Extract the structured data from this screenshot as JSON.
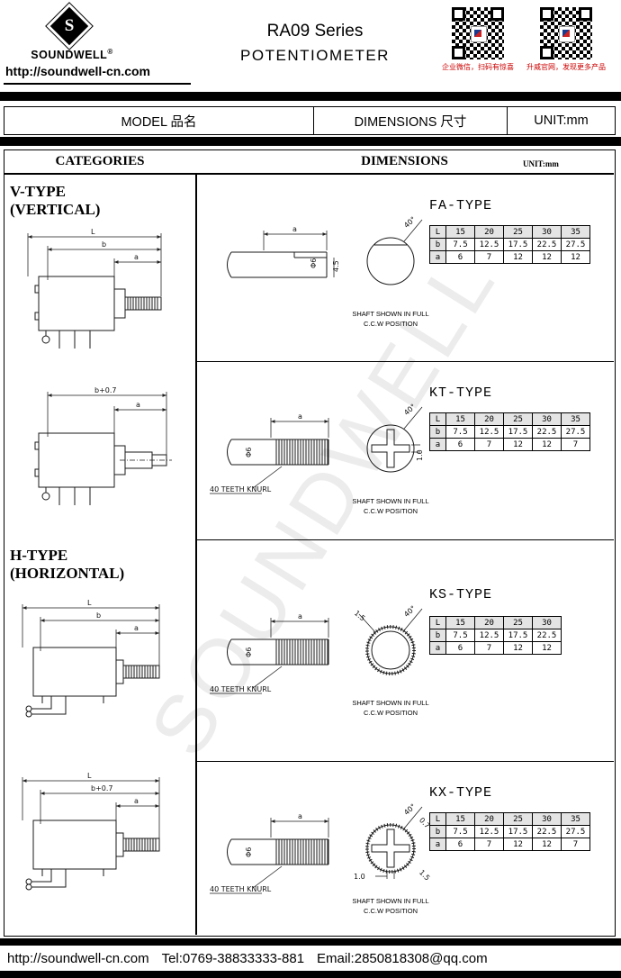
{
  "header": {
    "logo_letter": "S",
    "brand": "SOUNDWELL",
    "reg_mark": "®",
    "site": "http://soundwell-cn.com",
    "title_line1": "RA09 Series",
    "title_line2": "POTENTIOMETER",
    "qr1_caption": "企业微信，扫码有惊喜",
    "qr2_caption": "升威官网，发现更多产品"
  },
  "model_bar": {
    "model": "MODEL 品名",
    "dimensions": "DIMENSIONS 尺寸",
    "unit": "UNIT:mm"
  },
  "main": {
    "categories_header": "CATEGORIES",
    "dimensions_header": "DIMENSIONS",
    "unit_note": "UNIT:mm",
    "v_type_line1": "V-TYPE",
    "v_type_line2": "(VERTICAL)",
    "h_type_line1": "H-TYPE",
    "h_type_line2": "(HORIZONTAL)"
  },
  "drawing_labels": {
    "L": "L",
    "b": "b",
    "a": "a",
    "b07": "b+0.7",
    "dia": "Φ6",
    "d45": "4.5",
    "angle": "40°",
    "knurl": "40 TEETH KNURL",
    "caption1": "SHAFT SHOWN IN FULL",
    "caption2": "C.C.W POSITION",
    "t10": "1.0",
    "t15": "1.5",
    "t07": "0.7"
  },
  "sections": [
    {
      "title": "FA-TYPE",
      "table": [
        [
          "L",
          "15",
          "20",
          "25",
          "30",
          "35"
        ],
        [
          "b",
          "7.5",
          "12.5",
          "17.5",
          "22.5",
          "27.5"
        ],
        [
          "a",
          "6",
          "7",
          "12",
          "12",
          "12"
        ]
      ]
    },
    {
      "title": "KT-TYPE",
      "table": [
        [
          "L",
          "15",
          "20",
          "25",
          "30",
          "35"
        ],
        [
          "b",
          "7.5",
          "12.5",
          "17.5",
          "22.5",
          "27.5"
        ],
        [
          "a",
          "6",
          "7",
          "12",
          "12",
          "7"
        ]
      ]
    },
    {
      "title": "KS-TYPE",
      "table": [
        [
          "L",
          "15",
          "20",
          "25",
          "30"
        ],
        [
          "b",
          "7.5",
          "12.5",
          "17.5",
          "22.5"
        ],
        [
          "a",
          "6",
          "7",
          "12",
          "12"
        ]
      ]
    },
    {
      "title": "KX-TYPE",
      "table": [
        [
          "L",
          "15",
          "20",
          "25",
          "30",
          "35"
        ],
        [
          "b",
          "7.5",
          "12.5",
          "17.5",
          "22.5",
          "27.5"
        ],
        [
          "a",
          "6",
          "7",
          "12",
          "12",
          "7"
        ]
      ]
    }
  ],
  "watermark": "SOUNDWELL",
  "footer": {
    "site": "http://soundwell-cn.com",
    "tel": "Tel:0769-38833333-881",
    "email": "Email:2850818308@qq.com"
  }
}
